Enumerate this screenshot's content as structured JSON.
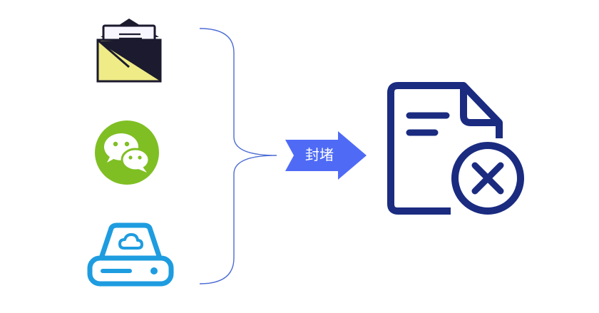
{
  "sources": [
    {
      "name": "email",
      "icon": "open-envelope-icon"
    },
    {
      "name": "wechat",
      "icon": "wechat-icon"
    },
    {
      "name": "cloud-drive",
      "icon": "cloud-storage-drive-icon"
    }
  ],
  "arrow": {
    "label": "封堵"
  },
  "result": {
    "icon": "blocked-document-icon"
  },
  "colors": {
    "envelope_yellow": "#EFEB87",
    "envelope_dark": "#1B1A2E",
    "envelope_letter": "#F7F5FF",
    "wechat_green": "#7FBF23",
    "drive_blue": "#1E9CE0",
    "brace_blue": "#4D6CD4",
    "arrow_fill": "#4F6BF5",
    "doc_navy": "#1A2B80"
  }
}
